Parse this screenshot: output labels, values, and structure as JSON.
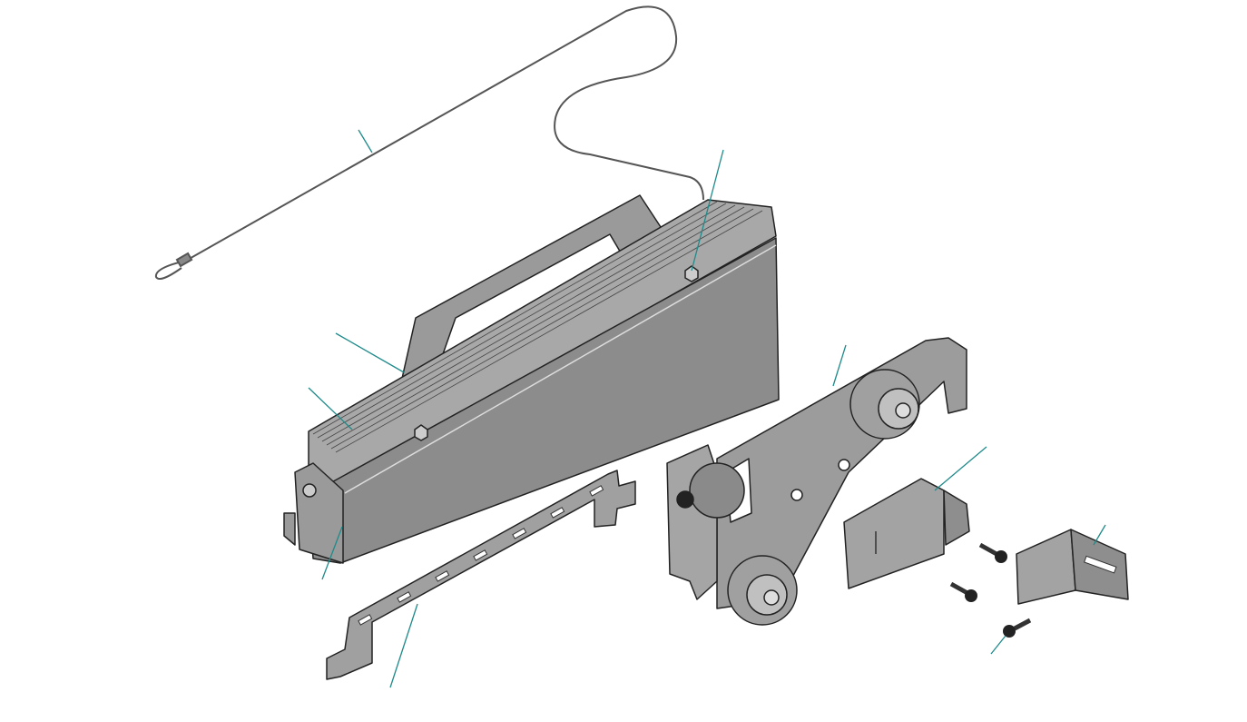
{
  "figure": {
    "kind": "exploded-assembly-view",
    "colors": {
      "background": "#ffffff",
      "metal": "#8e8e8e",
      "metal_light": "#b5b5b5",
      "metal_dark": "#6a6a6a",
      "outline": "#222222",
      "leader": "#1f8a8a"
    },
    "parts": [
      "cable",
      "nut",
      "handle-plate",
      "weight-stack",
      "housing",
      "slotted-bar",
      "pulley-bracket",
      "mounting-bracket",
      "l-bracket",
      "screws"
    ]
  }
}
